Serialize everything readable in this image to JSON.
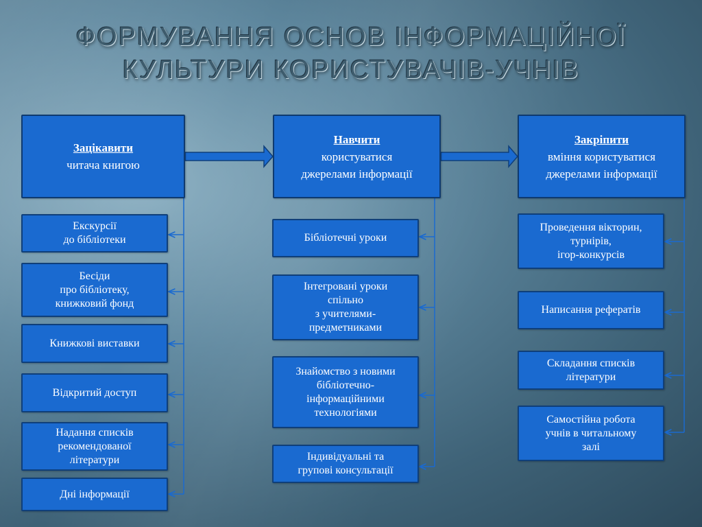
{
  "title": {
    "line1": "Формування основ інформаційної",
    "line2": "культури  користувачів-учнів"
  },
  "columns": [
    {
      "heading": "Зацікавити",
      "subtitle": [
        "читача  книгою"
      ],
      "items": [
        [
          "Екскурсії",
          "до бібліотеки"
        ],
        [
          "Бесіди",
          "про бібліотеку,",
          "книжковий  фонд"
        ],
        [
          "Книжкові виставки"
        ],
        [
          "Відкритий доступ"
        ],
        [
          "Надання списків",
          "рекомендованої",
          "літератури"
        ],
        [
          "Дні інформації"
        ]
      ]
    },
    {
      "heading": "Навчити",
      "subtitle": [
        "користуватися",
        "джерелами інформації"
      ],
      "items": [
        [
          "Бібліотечні уроки"
        ],
        [
          "Інтегровані уроки",
          "спільно",
          "з учителями-",
          "предметниками"
        ],
        [
          "Знайомство з новими",
          "бібліотечно-",
          "інформаційними",
          "технологіями"
        ],
        [
          "Індивідуальні та",
          "групові консультації"
        ]
      ]
    },
    {
      "heading": "Закріпити",
      "subtitle": [
        "вміння користуватися",
        "джерелами інформації"
      ],
      "items": [
        [
          "Проведення вікторин,",
          "турнірів,",
          "ігор-конкурсів"
        ],
        [
          "Написання рефератів"
        ],
        [
          "Складання списків",
          "літератури"
        ],
        [
          "Самостійна робота",
          "учнів в читальному",
          "залі"
        ]
      ]
    }
  ],
  "colors": {
    "box_fill": "#1a6ad0",
    "box_border": "#0f3f7a",
    "connector": "#1a6ad0",
    "text": "#ffffff"
  }
}
